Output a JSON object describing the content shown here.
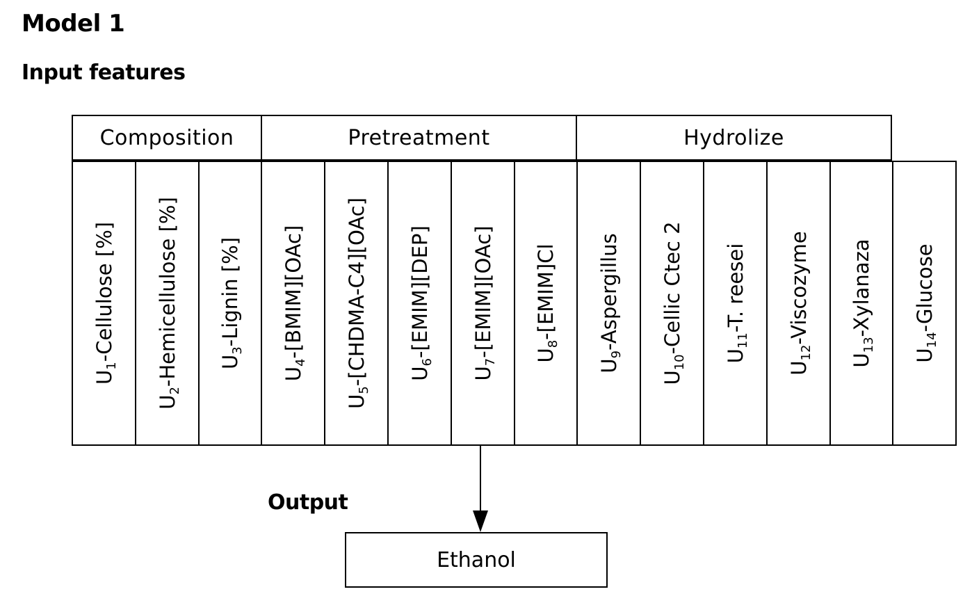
{
  "title": "Model 1",
  "input_heading": "Input features",
  "groups": [
    "Composition",
    "Pretreatment",
    "Hydrolize"
  ],
  "features": [
    {
      "sym": "U",
      "sub": "1",
      "name": "-Cellulose [%]"
    },
    {
      "sym": "U",
      "sub": "2",
      "name": "-Hemicellulose [%]"
    },
    {
      "sym": "U",
      "sub": "3",
      "name": "-Lignin [%]"
    },
    {
      "sym": "U",
      "sub": "4",
      "name": "-[BMIM][OAc]"
    },
    {
      "sym": "U",
      "sub": "5",
      "name": "-[CHDMA-C4][OAc]"
    },
    {
      "sym": "U",
      "sub": "6",
      "name": "-[EMIM][DEP]"
    },
    {
      "sym": "U",
      "sub": "7",
      "name": "-[EMIM][OAc]"
    },
    {
      "sym": "U",
      "sub": "8",
      "name": "-[EMIM]Cl"
    },
    {
      "sym": "U",
      "sub": "9",
      "name": "-Aspergillus"
    },
    {
      "sym": "U",
      "sub": "10",
      "name": "-Cellic Ctec 2"
    },
    {
      "sym": "U",
      "sub": "11",
      "name": "-T. reesei"
    },
    {
      "sym": "U",
      "sub": "12",
      "name": "-Viscozyme"
    },
    {
      "sym": "U",
      "sub": "13",
      "name": "-Xylanaza"
    },
    {
      "sym": "U",
      "sub": "14",
      "name": "-Glucose"
    }
  ],
  "output_heading": "Output",
  "output": "Ethanol"
}
